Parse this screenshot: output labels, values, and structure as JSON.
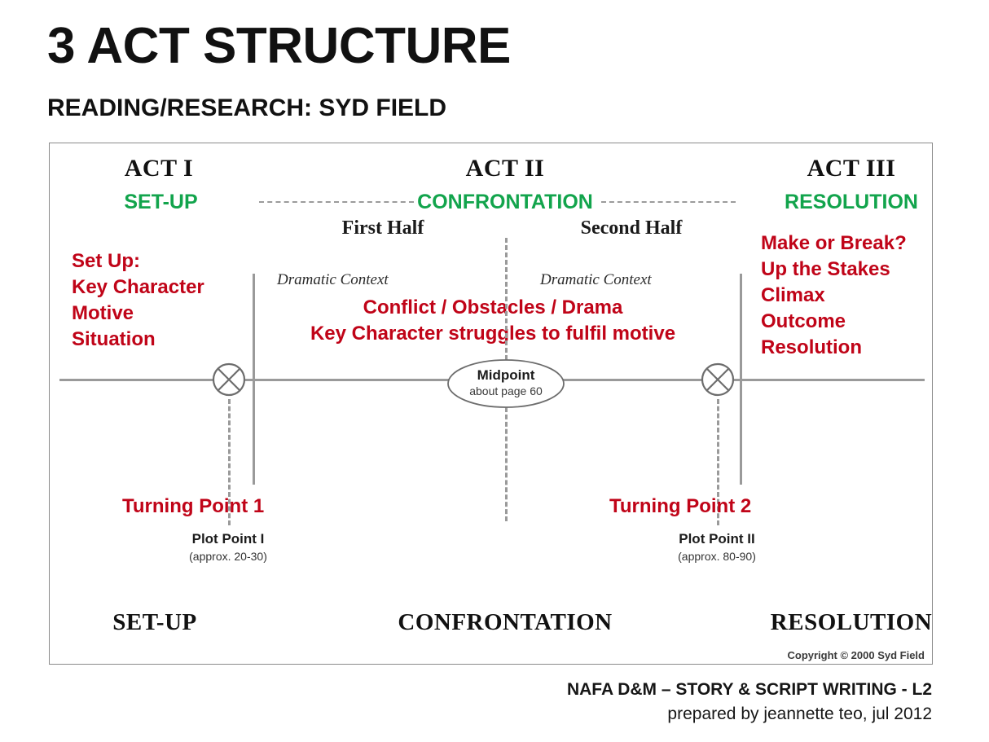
{
  "slide": {
    "title": "3 ACT STRUCTURE",
    "subtitle": "READING/RESEARCH: SYD FIELD"
  },
  "colors": {
    "green": "#12a44c",
    "red": "#c00418",
    "line_gray": "#9a9a9a",
    "frame_gray": "#8a8a8a"
  },
  "acts": {
    "act1": {
      "heading": "ACT I",
      "green_label": "SET-UP",
      "notes": [
        "Set Up:",
        "Key Character",
        "Motive",
        "Situation"
      ],
      "bottom_label": "SET-UP"
    },
    "act2": {
      "heading": "ACT II",
      "green_label": "CONFRONTATION",
      "first_half": "First Half",
      "second_half": "Second Half",
      "dramatic_context_left": "Dramatic Context",
      "dramatic_context_right": "Dramatic Context",
      "notes": [
        "Conflict / Obstacles / Drama",
        "Key Character struggles to fulfil motive"
      ],
      "bottom_label": "CONFRONTATION"
    },
    "act3": {
      "heading": "ACT III",
      "green_label": "RESOLUTION",
      "notes": [
        "Make or Break?",
        "Up the Stakes",
        "Climax",
        "Outcome",
        "Resolution"
      ],
      "bottom_label": "RESOLUTION"
    }
  },
  "midpoint": {
    "label": "Midpoint",
    "sub": "about page 60"
  },
  "turning_points": [
    {
      "red_label": "Turning Point 1",
      "plot_point": "Plot Point I",
      "approx": "(approx. 20-30)"
    },
    {
      "red_label": "Turning Point 2",
      "plot_point": "Plot Point II",
      "approx": "(approx. 80-90)"
    }
  ],
  "copyright": "Copyright © 2000 Syd Field",
  "footer": {
    "line1": "NAFA D&M – STORY & SCRIPT WRITING - L2",
    "line2": "prepared by jeannette teo, jul 2012"
  }
}
